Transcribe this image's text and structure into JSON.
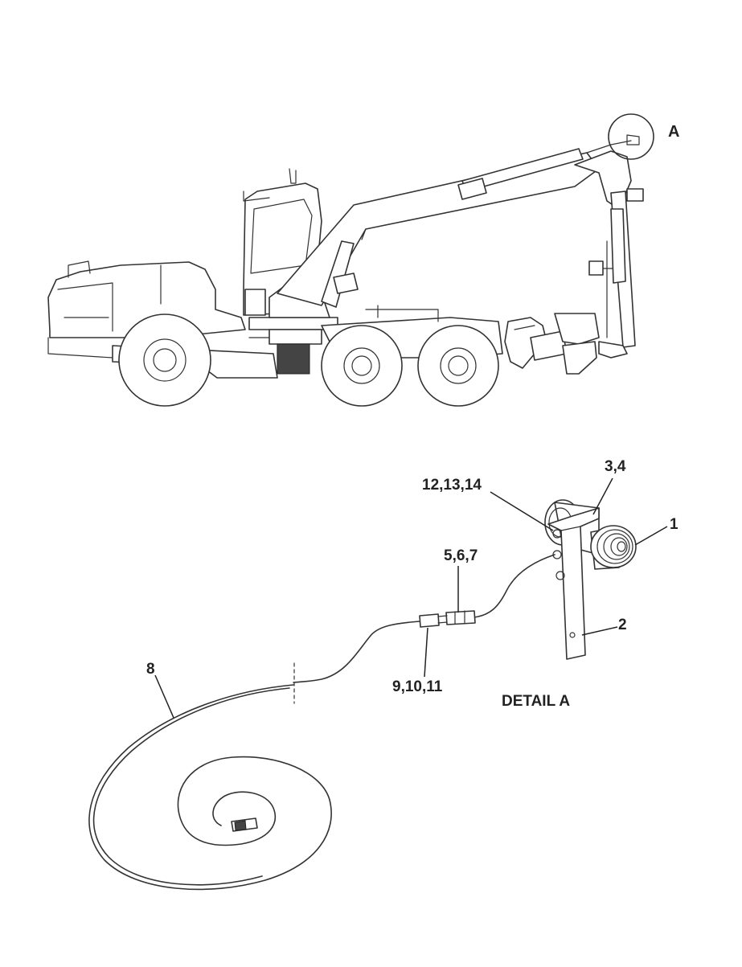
{
  "detail_marker": "A",
  "detail_title": "DETAIL A",
  "callouts": {
    "c1": "1",
    "c2": "2",
    "c34": "3,4",
    "c567": "5,6,7",
    "c8": "8",
    "c91011": "9,10,11",
    "c121314": "12,13,14"
  }
}
